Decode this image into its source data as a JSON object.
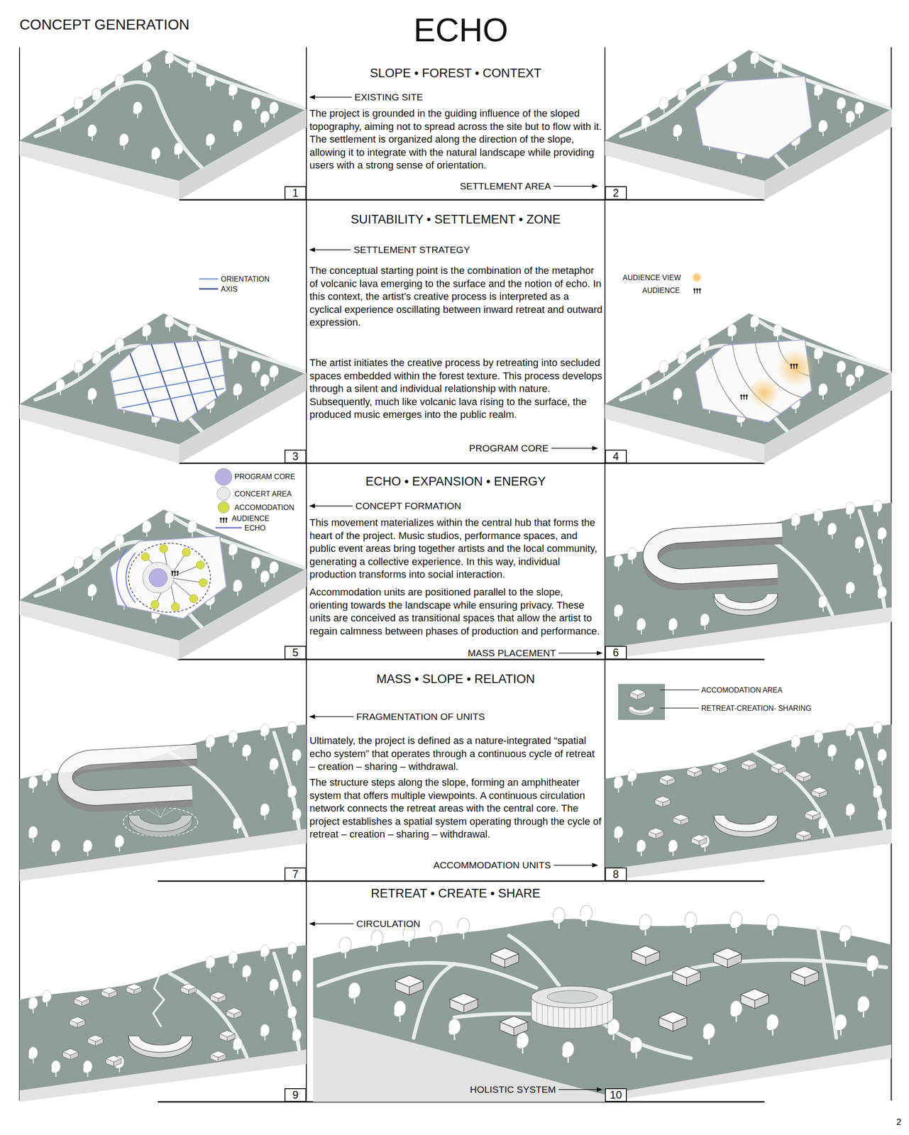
{
  "diagram": {
    "title": "ECHO",
    "nodes": [
      {
        "text": [
          "1"
        ]
      },
      {
        "text": [
          "2"
        ]
      },
      {
        "text": [
          "3"
        ]
      },
      {
        "text": [
          "4"
        ]
      },
      {
        "text": [
          "5"
        ]
      },
      {
        "text": [
          "6"
        ]
      },
      {
        "text": [
          "7"
        ]
      },
      {
        "text": [
          "8"
        ]
      },
      {
        "text": [
          "9"
        ]
      },
      {
        "text": [
          "10"
        ]
      }
    ],
    "labels": [
      "CONCEPT GENERATION",
      "SLOPE • FOREST • CONTEXT",
      "EXISTING SITE",
      "The project is grounded in the guiding influence of the sloped topography, aiming not to spread across the site but to flow with it. The settlement is organized along the direction of the slope, allowing it to integrate with the natural landscape while providing users with a strong sense of orientation.",
      "SETTLEMENT AREA",
      "SUITABILITY • SETTLEMENT • ZONE",
      "SETTLEMENT STRATEGY",
      "The conceptual starting point is the combination of the metaphor of volcanic lava emerging to the surface and the notion of echo. In this context, the artist’s creative process is interpreted as a cyclical experience oscillating between inward retreat and outward expression.",
      "The artist initiates the creative process by retreating into secluded spaces embedded within the forest texture. This process develops through a silent and individual relationship with nature. Subsequently, much like volcanic lava rising to the surface, the produced music emerges into the public realm.",
      "PROGRAM CORE",
      "ECHO • EXPANSION • ENERGY",
      "CONCEPT FORMATION",
      "This movement materializes within the central hub that forms the heart of the project. Music studios, performance spaces, and public event areas bring together artists and the local community, generating a collective experience. In this way, individual production transforms into social interaction.",
      "Accommodation units are positioned parallel to the slope, orienting towards the landscape while ensuring privacy. These units are conceived as transitional spaces that allow the artist to regain calmness between phases of production and performance.",
      "MASS PLACEMENT",
      "MASS • SLOPE • RELATION",
      "FRAGMENTATION OF UNITS",
      "Ultimately, the project is defined as a nature-integrated “spatial echo system” that operates through a continuous cycle of retreat – creation – sharing – withdrawal.",
      "The structure steps along the slope, forming an amphitheater system that offers multiple viewpoints. A continuous circulation network connects the retreat areas with the central core. The project establishes a spatial system operating through the cycle of retreat – creation – sharing – withdrawal.",
      "ACCOMMODATION UNITS",
      "RETREAT • CREATE • SHARE",
      "CIRCULATION",
      "HOLISTIC SYSTEM",
      "2"
    ],
    "legend": [
      {
        "text": "ORIENTATION"
      },
      {
        "text": "AXIS"
      },
      {
        "text": "AUDIENCE VIEW",
        "color": "#f6c878"
      },
      {
        "text": "AUDIENCE"
      },
      {
        "text": "PROGRAM CORE",
        "color": "#b7b3e0"
      },
      {
        "text": "CONCERT AREA",
        "color": "#e9e9e9"
      },
      {
        "text": "ACCOMODATION",
        "color": "#d5dd4c"
      },
      {
        "text": "AUDIENCE"
      },
      {
        "text": "ECHO"
      },
      {
        "text": "ACCOMODATION AREA"
      },
      {
        "text": "RETREAT-CREATION- SHARING"
      }
    ]
  }
}
